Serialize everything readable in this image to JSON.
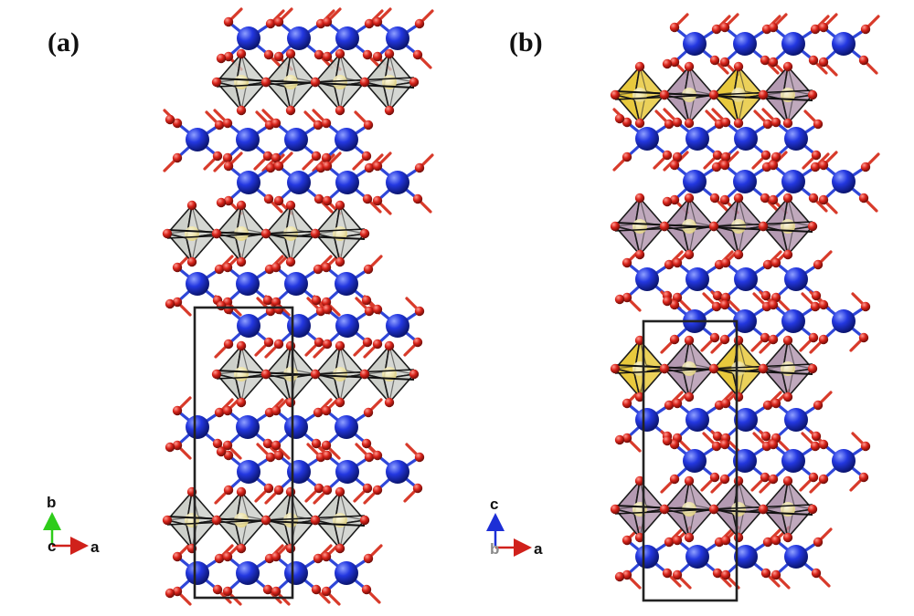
{
  "panels": [
    {
      "label": "(a)",
      "axes": {
        "up": "b",
        "right": "a",
        "out": "c"
      },
      "up_axis_color": "#2ecc1a"
    },
    {
      "label": "(b)",
      "axes": {
        "up": "c",
        "right": "a",
        "out": "b"
      },
      "up_axis_color": "#1d2fd6"
    }
  ],
  "colors": {
    "large_atom": "#2337e0",
    "small_atom": "#d8231a",
    "octahedron_grey": "#c8cbc6",
    "octahedron_purple": "#a88aa6",
    "octahedron_yellow": "#e5c531",
    "central_atom": "#eadb86",
    "bond_pink": "#f3a3b8",
    "right_axis": "#d0211b",
    "unit_cell": "#222222"
  }
}
